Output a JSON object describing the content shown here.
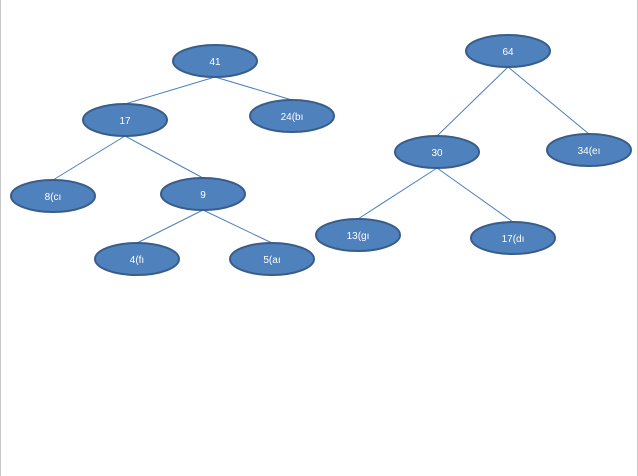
{
  "diagram": {
    "colors": {
      "node_fill": "#4f81bd",
      "node_stroke": "#385d8a",
      "edge": "#4a7ebb",
      "label": "#ffffff"
    },
    "trees": [
      {
        "root": "41",
        "nodes": [
          {
            "id": "n41",
            "label": "41"
          },
          {
            "id": "n17",
            "label": "17"
          },
          {
            "id": "n24b",
            "label": "24(bı"
          },
          {
            "id": "n8c",
            "label": "8(cı"
          },
          {
            "id": "n9",
            "label": "9"
          },
          {
            "id": "n4f",
            "label": "4(fı"
          },
          {
            "id": "n5a",
            "label": "5(aı"
          }
        ],
        "edges": [
          [
            "n41",
            "n17"
          ],
          [
            "n41",
            "n24b"
          ],
          [
            "n17",
            "n8c"
          ],
          [
            "n17",
            "n9"
          ],
          [
            "n9",
            "n4f"
          ],
          [
            "n9",
            "n5a"
          ]
        ]
      },
      {
        "root": "64",
        "nodes": [
          {
            "id": "n64",
            "label": "64"
          },
          {
            "id": "n30",
            "label": "30"
          },
          {
            "id": "n34e",
            "label": "34(eı"
          },
          {
            "id": "n13g",
            "label": "13(gı"
          },
          {
            "id": "n17d",
            "label": "17(dı"
          }
        ],
        "edges": [
          [
            "n64",
            "n30"
          ],
          [
            "n64",
            "n34e"
          ],
          [
            "n30",
            "n13g"
          ],
          [
            "n30",
            "n17d"
          ]
        ]
      }
    ]
  }
}
